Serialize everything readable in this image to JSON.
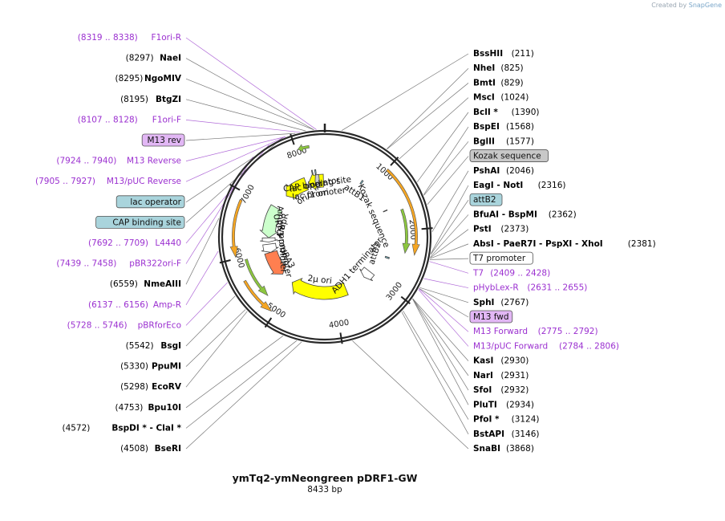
{
  "credit": {
    "prefix": "Created by",
    "brand": "SnapGene"
  },
  "plasmid": {
    "name": "ymTq2-ymNeongreen pDRF1-GW",
    "size_label": "8433 bp",
    "total_bp": 8433
  },
  "ticks": [
    {
      "label": "1000",
      "pos": 1000
    },
    {
      "label": "2000",
      "pos": 2000
    },
    {
      "label": "3000",
      "pos": 3000
    },
    {
      "label": "4000",
      "pos": 4000
    },
    {
      "label": "5000",
      "pos": 5000
    },
    {
      "label": "6000",
      "pos": 6000
    },
    {
      "label": "7000",
      "pos": 7000
    },
    {
      "label": "8000",
      "pos": 8000
    }
  ],
  "features": [
    {
      "name": "f1 ori",
      "start": 8040,
      "end": 8400,
      "color": "#ffff00",
      "shape": "arrow",
      "dir": -1
    },
    {
      "name": "lac promoter",
      "start": 8200,
      "end": 8303,
      "color": "#cccccc",
      "shape": "arrow",
      "dir": -1
    },
    {
      "name": "lac operator",
      "start": 8167,
      "end": 8183,
      "color": "#7fc7d6",
      "shape": "box",
      "dir": 0
    },
    {
      "name": "CAP binding site",
      "start": 8230,
      "end": 8252,
      "color": "#7fc7d6",
      "shape": "box",
      "dir": 0
    },
    {
      "name": "ori",
      "start": 7420,
      "end": 7980,
      "color": "#ffff00",
      "shape": "arrow",
      "dir": -1
    },
    {
      "name": "AmpR",
      "start": 6300,
      "end": 7050,
      "color": "#ccffcc",
      "shape": "arrow",
      "dir": -1
    },
    {
      "name": "AmpR promoter",
      "start": 6200,
      "end": 6300,
      "color": "#ffffff",
      "shape": "arrow",
      "dir": -1
    },
    {
      "name": "URA3 promoter",
      "start": 5950,
      "end": 6150,
      "color": "#ffffff",
      "shape": "arrow",
      "dir": -1
    },
    {
      "name": "URA3",
      "start": 5350,
      "end": 5950,
      "color": "#ff7f50",
      "shape": "arrow",
      "dir": -1
    },
    {
      "name": "2µ ori",
      "start": 3700,
      "end": 5050,
      "color": "#ffff00",
      "shape": "arrow",
      "dir": 1
    },
    {
      "name": "ADH1 terminator",
      "start": 2990,
      "end": 3180,
      "color": "#ffffff",
      "shape": "arrow",
      "dir": 1
    },
    {
      "name": "attB1",
      "start": 785,
      "end": 810,
      "color": "#7fc7d6",
      "shape": "box",
      "dir": 0
    },
    {
      "name": "Kozak sequence",
      "start": 1560,
      "end": 1570,
      "color": "#aaaaaa",
      "shape": "box",
      "dir": 0
    },
    {
      "name": "attB2",
      "start": 2525,
      "end": 2550,
      "color": "#7fc7d6",
      "shape": "box",
      "dir": 0
    }
  ],
  "orfs": [
    {
      "start": 8033,
      "end": 8200,
      "dir": -1,
      "lane": "outer",
      "color": "#8cc63f"
    },
    {
      "start": 1006,
      "end": 2380,
      "dir": 1,
      "lane": "outer",
      "color": "#f5a623"
    },
    {
      "start": 1650,
      "end": 2380,
      "dir": 1,
      "lane": "inner",
      "color": "#8cc63f"
    },
    {
      "start": 5250,
      "end": 5950,
      "dir": -1,
      "lane": "inner",
      "color": "#8cc63f"
    },
    {
      "start": 5050,
      "end": 5650,
      "dir": -1,
      "lane": "outer",
      "color": "#f5a623"
    },
    {
      "start": 6020,
      "end": 6880,
      "dir": -1,
      "lane": "outer",
      "color": "#f5a623"
    }
  ],
  "labels": [
    {
      "site": "NaeI",
      "pos": "(8297)",
      "loc": 8297,
      "style": "enzyme"
    },
    {
      "site": "NgoMIV",
      "pos": "(8295)",
      "loc": 8295,
      "style": "enzyme"
    },
    {
      "site": "BtgZI",
      "pos": "(8195)",
      "loc": 8195,
      "style": "enzyme"
    },
    {
      "site": "F1ori-F",
      "pos": "(8107 .. 8128)",
      "loc": 8118,
      "style": "primer"
    },
    {
      "site": "M13 rev",
      "pos": "",
      "loc": 8060,
      "style": "primerbox"
    },
    {
      "site": "M13 Reverse",
      "pos": "(7924 .. 7940)",
      "loc": 7932,
      "style": "primer"
    },
    {
      "site": "lac operator",
      "pos": "",
      "loc": 7900,
      "style": "featbox"
    },
    {
      "site": "M13/pUC Reverse",
      "pos": "(7905 .. 7927)",
      "loc": 7916,
      "style": "primer"
    },
    {
      "site": "CAP binding site",
      "pos": "",
      "loc": 7880,
      "style": "featbox"
    },
    {
      "site": "L4440",
      "pos": "(7692 .. 7709)",
      "loc": 7700,
      "style": "primer"
    },
    {
      "site": "pBR322ori-F",
      "pos": "(7439 .. 7458)",
      "loc": 7448,
      "style": "primer"
    },
    {
      "site": "NmeAIII",
      "pos": "(6559)",
      "loc": 6559,
      "style": "enzyme"
    },
    {
      "site": "Amp-R",
      "pos": "(6137 .. 6156)",
      "loc": 6146,
      "style": "primer"
    },
    {
      "site": "pBRforEco",
      "pos": "(5728 .. 5746)",
      "loc": 5737,
      "style": "primer"
    },
    {
      "site": "BsgI",
      "pos": "(5542)",
      "loc": 5542,
      "style": "enzyme"
    },
    {
      "site": "PpuMI",
      "pos": "(5330)",
      "loc": 5330,
      "style": "enzyme"
    },
    {
      "site": "EcoRV",
      "pos": "(5298)",
      "loc": 5298,
      "style": "enzyme"
    },
    {
      "site": "Bpu10I",
      "pos": "(4753)",
      "loc": 4753,
      "style": "enzyme"
    },
    {
      "site": "BspDI * - ClaI *",
      "pos": "(4572)",
      "loc": 4572,
      "style": "enzyme"
    },
    {
      "site": "BseRI",
      "pos": "(4508)",
      "loc": 4508,
      "style": "enzyme"
    },
    {
      "site": "F1ori-R",
      "pos": "(8319 .. 8338)",
      "loc": 8328,
      "style": "primer"
    },
    {
      "site": "BssHII",
      "pos": "(211)",
      "loc": 211,
      "style": "enzyme"
    },
    {
      "site": "NheI",
      "pos": "(825)",
      "loc": 825,
      "style": "enzyme"
    },
    {
      "site": "BmtI",
      "pos": "(829)",
      "loc": 829,
      "style": "enzyme"
    },
    {
      "site": "MscI",
      "pos": "(1024)",
      "loc": 1024,
      "style": "enzyme"
    },
    {
      "site": "BclI *",
      "pos": "(1390)",
      "loc": 1390,
      "style": "enzyme"
    },
    {
      "site": "BspEI",
      "pos": "(1568)",
      "loc": 1568,
      "style": "enzyme"
    },
    {
      "site": "BglII",
      "pos": "(1577)",
      "loc": 1577,
      "style": "enzyme"
    },
    {
      "site": "Kozak sequence",
      "pos": "",
      "loc": 1700,
      "style": "greybox"
    },
    {
      "site": "PshAI",
      "pos": "(2046)",
      "loc": 2046,
      "style": "enzyme"
    },
    {
      "site": "EagI - NotI",
      "pos": "(2316)",
      "loc": 2316,
      "style": "enzyme"
    },
    {
      "site": "attB2",
      "pos": "",
      "loc": 2330,
      "style": "featbox"
    },
    {
      "site": "BfuAI - BspMI",
      "pos": "(2362)",
      "loc": 2362,
      "style": "enzyme"
    },
    {
      "site": "PstI",
      "pos": "(2373)",
      "loc": 2373,
      "style": "enzyme"
    },
    {
      "site": "AbsI - PaeR7I - PspXI - XhoI",
      "pos": "(2381)",
      "loc": 2381,
      "style": "enzyme"
    },
    {
      "site": "T7 promoter",
      "pos": "",
      "loc": 2395,
      "style": "whitebox"
    },
    {
      "site": "T7",
      "pos": "(2409 .. 2428)",
      "loc": 2418,
      "style": "primer"
    },
    {
      "site": "pHybLex-R",
      "pos": "(2631 .. 2655)",
      "loc": 2643,
      "style": "primer"
    },
    {
      "site": "SphI",
      "pos": "(2767)",
      "loc": 2767,
      "style": "enzyme"
    },
    {
      "site": "M13 fwd",
      "pos": "",
      "loc": 2780,
      "style": "primerbox"
    },
    {
      "site": "M13 Forward",
      "pos": "(2775 .. 2792)",
      "loc": 2783,
      "style": "primer"
    },
    {
      "site": "M13/pUC Forward",
      "pos": "(2784 .. 2806)",
      "loc": 2795,
      "style": "primer"
    },
    {
      "site": "KasI",
      "pos": "(2930)",
      "loc": 2930,
      "style": "enzyme"
    },
    {
      "site": "NarI",
      "pos": "(2931)",
      "loc": 2931,
      "style": "enzyme"
    },
    {
      "site": "SfoI",
      "pos": "(2932)",
      "loc": 2932,
      "style": "enzyme"
    },
    {
      "site": "PluTI",
      "pos": "(2934)",
      "loc": 2934,
      "style": "enzyme"
    },
    {
      "site": "PfoI *",
      "pos": "(3124)",
      "loc": 3124,
      "style": "enzyme"
    },
    {
      "site": "BstAPI",
      "pos": "(3146)",
      "loc": 3146,
      "style": "enzyme"
    },
    {
      "site": "SnaBI",
      "pos": "(3868)",
      "loc": 3868,
      "style": "enzyme"
    }
  ],
  "colors": {
    "primer": "#9b30d0",
    "enzyme": "#000000",
    "featbox": "#a9d4dc",
    "greybox": "#c8c8c8",
    "primerbox": "#e2b7f5",
    "backbone": "#2a2a2a"
  }
}
